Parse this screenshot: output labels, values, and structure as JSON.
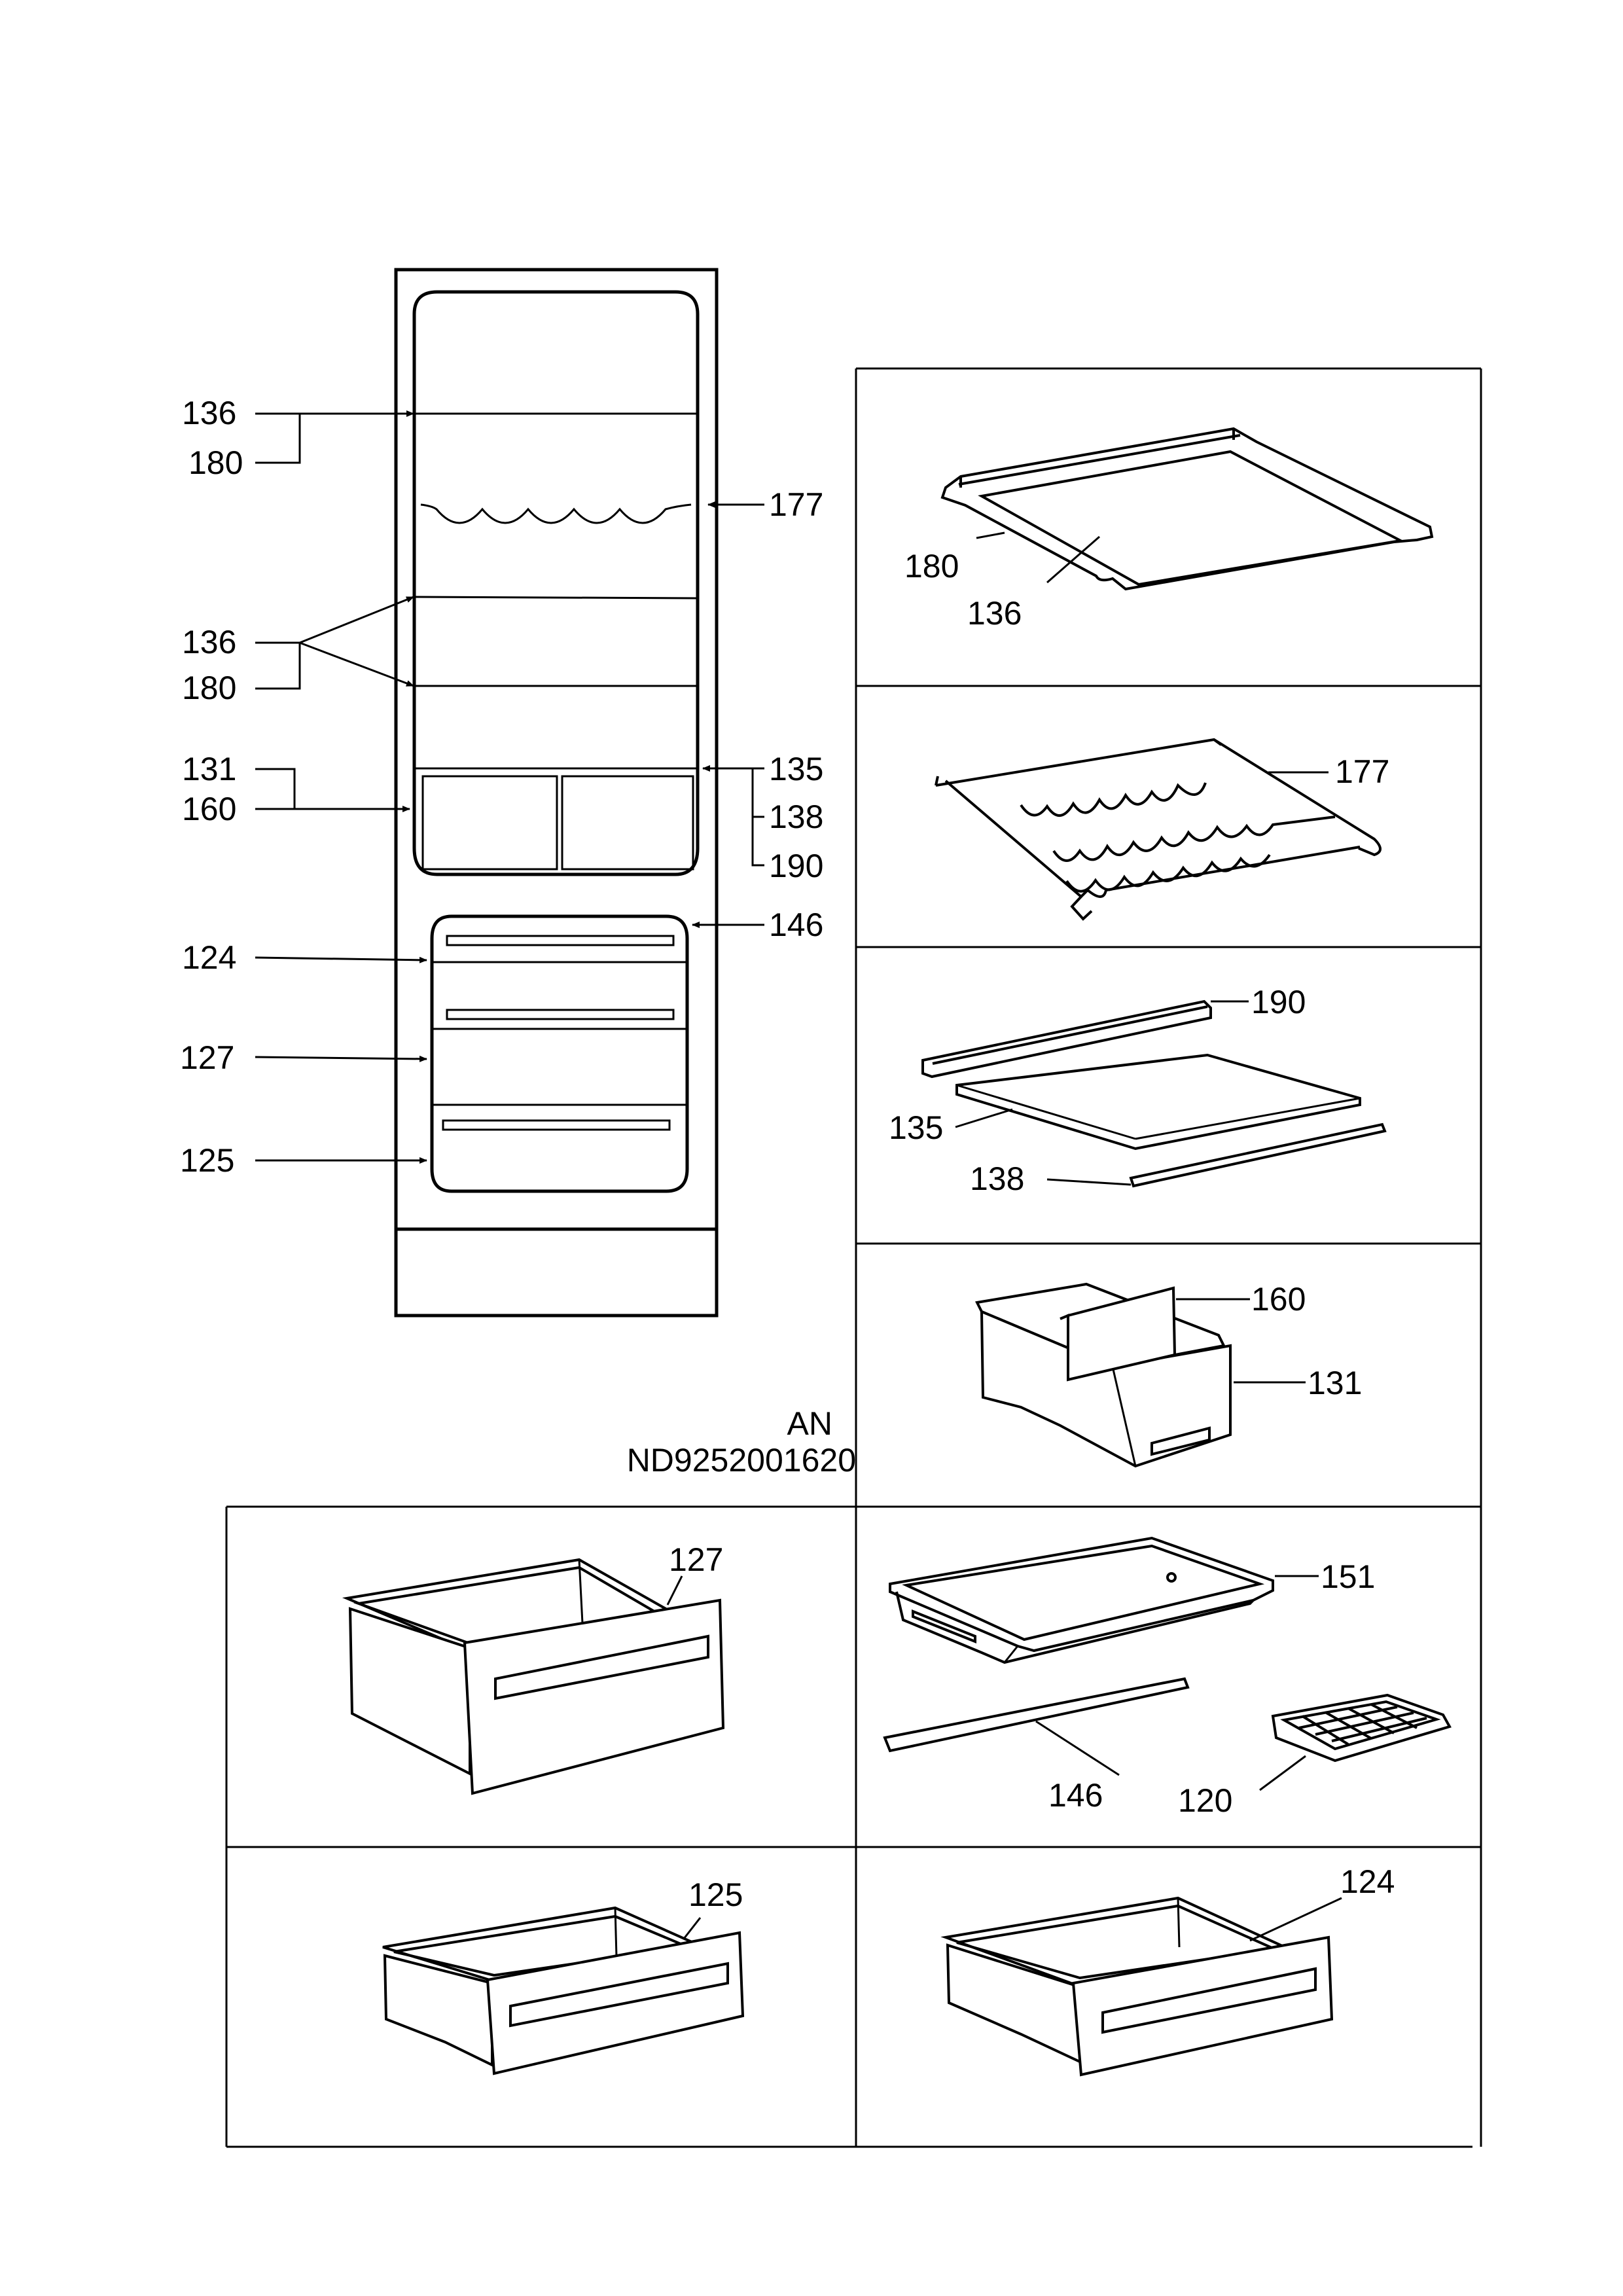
{
  "diagram": {
    "code_lang": "AN",
    "code_id": "ND9252001620",
    "overview_labels": {
      "l136a": "136",
      "l180a": "180",
      "l177": "177",
      "l136b": "136",
      "l180b": "180",
      "l131": "131",
      "l160": "160",
      "l135": "135",
      "l138": "138",
      "l190": "190",
      "l146": "146",
      "l124": "124",
      "l127": "127",
      "l125": "125"
    },
    "panels": {
      "shelf": {
        "a": "180",
        "b": "136"
      },
      "wine": {
        "a": "177"
      },
      "glass": {
        "a": "190",
        "b": "135",
        "c": "138"
      },
      "box": {
        "a": "160",
        "b": "131"
      },
      "tray": {
        "a": "151",
        "b": "146",
        "c": "120"
      },
      "drawer127": {
        "a": "127"
      },
      "drawer125": {
        "a": "125"
      },
      "drawer124": {
        "a": "124"
      }
    }
  }
}
